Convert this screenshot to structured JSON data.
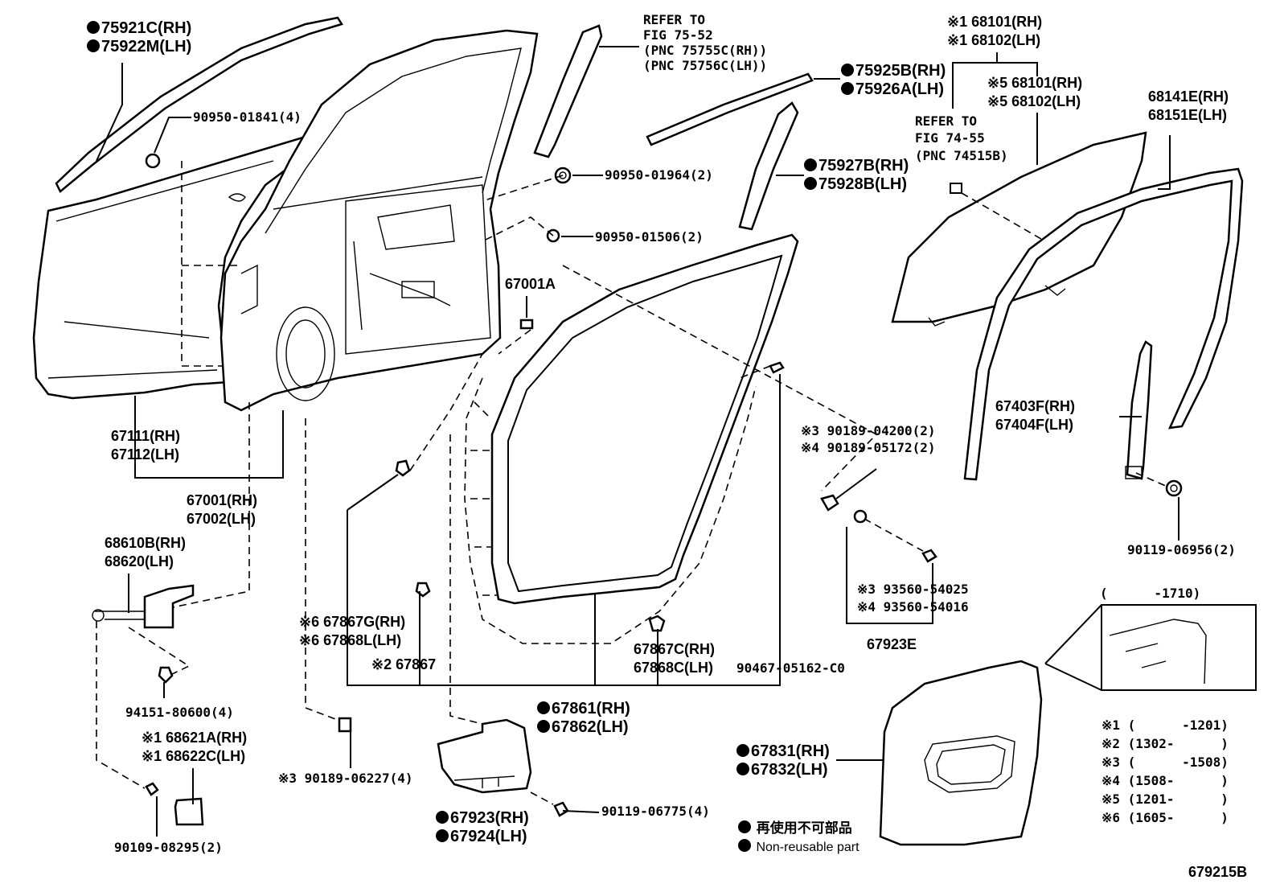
{
  "labels": {
    "p75921": [
      "75921C(RH)",
      "75922M(LH)"
    ],
    "p90950_01841": "90950-01841(4)",
    "refer_fig_75_52": [
      "REFER TO",
      "FIG 75-52",
      "(PNC 75755C(RH))",
      "(PNC 75756C(LH))"
    ],
    "p90950_01964": "90950-01964(2)",
    "p90950_01506": "90950-01506(2)",
    "p75925": [
      "75925B(RH)",
      "75926A(LH)"
    ],
    "p75927": [
      "75927B(RH)",
      "75928B(LH)"
    ],
    "p68101_top": [
      "※1 68101(RH)",
      "※1 68102(LH)"
    ],
    "p68101_mid": [
      "※5 68101(RH)",
      "※5 68102(LH)"
    ],
    "refer_fig_74_55": [
      "REFER TO",
      "FIG 74-55",
      "(PNC 74515B)"
    ],
    "p68141": [
      "68141E(RH)",
      "68151E(LH)"
    ],
    "p67001A": "67001A",
    "p67111": [
      "67111(RH)",
      "67112(LH)"
    ],
    "p67001": [
      "67001(RH)",
      "67002(LH)"
    ],
    "p68610": [
      "68610B(RH)",
      "68620(LH)"
    ],
    "p90189_04200": [
      "※3 90189-04200(2)",
      "※4 90189-05172(2)"
    ],
    "p67403": [
      "67403F(RH)",
      "67404F(LH)"
    ],
    "p90119_06956": "90119-06956(2)",
    "p93560": [
      "※3 93560-54025",
      "※4 93560-54016"
    ],
    "p67923E": "67923E",
    "p67867G": [
      "※6 67867G(RH)",
      "※6 67868L(LH)"
    ],
    "p67867": "※2 67867",
    "p67867C": [
      "67867C(RH)",
      "67868C(LH)"
    ],
    "p90467": "90467-05162-C0",
    "p94151": "94151-80600(4)",
    "p68621": [
      "※1 68621A(RH)",
      "※1 68622C(LH)"
    ],
    "p90189_06227": "※3 90189-06227(4)",
    "p67861": [
      "67861(RH)",
      "67862(LH)"
    ],
    "p90109": "90109-08295(2)",
    "p67923": [
      "67923(RH)",
      "67924(LH)"
    ],
    "p90119_06775": "90119-06775(4)",
    "p67831": [
      "67831(RH)",
      "67832(LH)"
    ],
    "inset_range": "(      -1710)"
  },
  "notes": [
    "※1 (      -1201)",
    "※2 (1302-      )",
    "※3 (      -1508)",
    "※4 (1508-      )",
    "※5 (1201-      )",
    "※6 (1605-      )"
  ],
  "legend": {
    "jp": "再使用不可部品",
    "en": "Non-reusable part"
  },
  "figure_id": "679215B"
}
